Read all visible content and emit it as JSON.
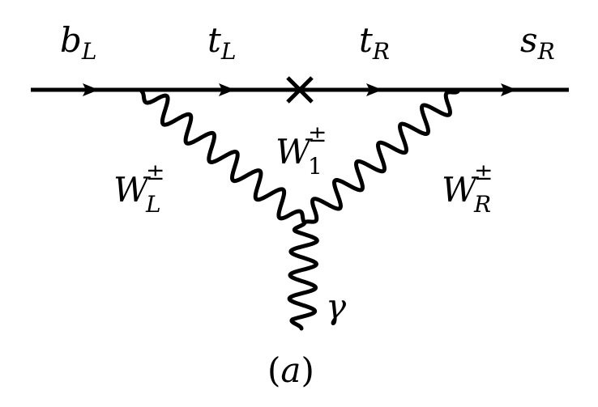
{
  "diagram": {
    "line_color": "#000000",
    "background": "#ffffff",
    "external_lines": {
      "b": {
        "symbol": "b",
        "sub": "L"
      },
      "tL": {
        "symbol": "t",
        "sub": "L"
      },
      "tR": {
        "symbol": "t",
        "sub": "R"
      },
      "s": {
        "symbol": "s",
        "sub": "R"
      }
    },
    "bosons": {
      "WL": {
        "symbol": "W",
        "sup": "±",
        "sub": "L"
      },
      "W1": {
        "symbol": "W",
        "sup": "±",
        "sub": "1"
      },
      "WR": {
        "symbol": "W",
        "sup": "±",
        "sub": "R"
      },
      "photon": {
        "symbol": "γ"
      }
    },
    "caption": {
      "open": "(",
      "letter": "a",
      "close": ")"
    }
  }
}
